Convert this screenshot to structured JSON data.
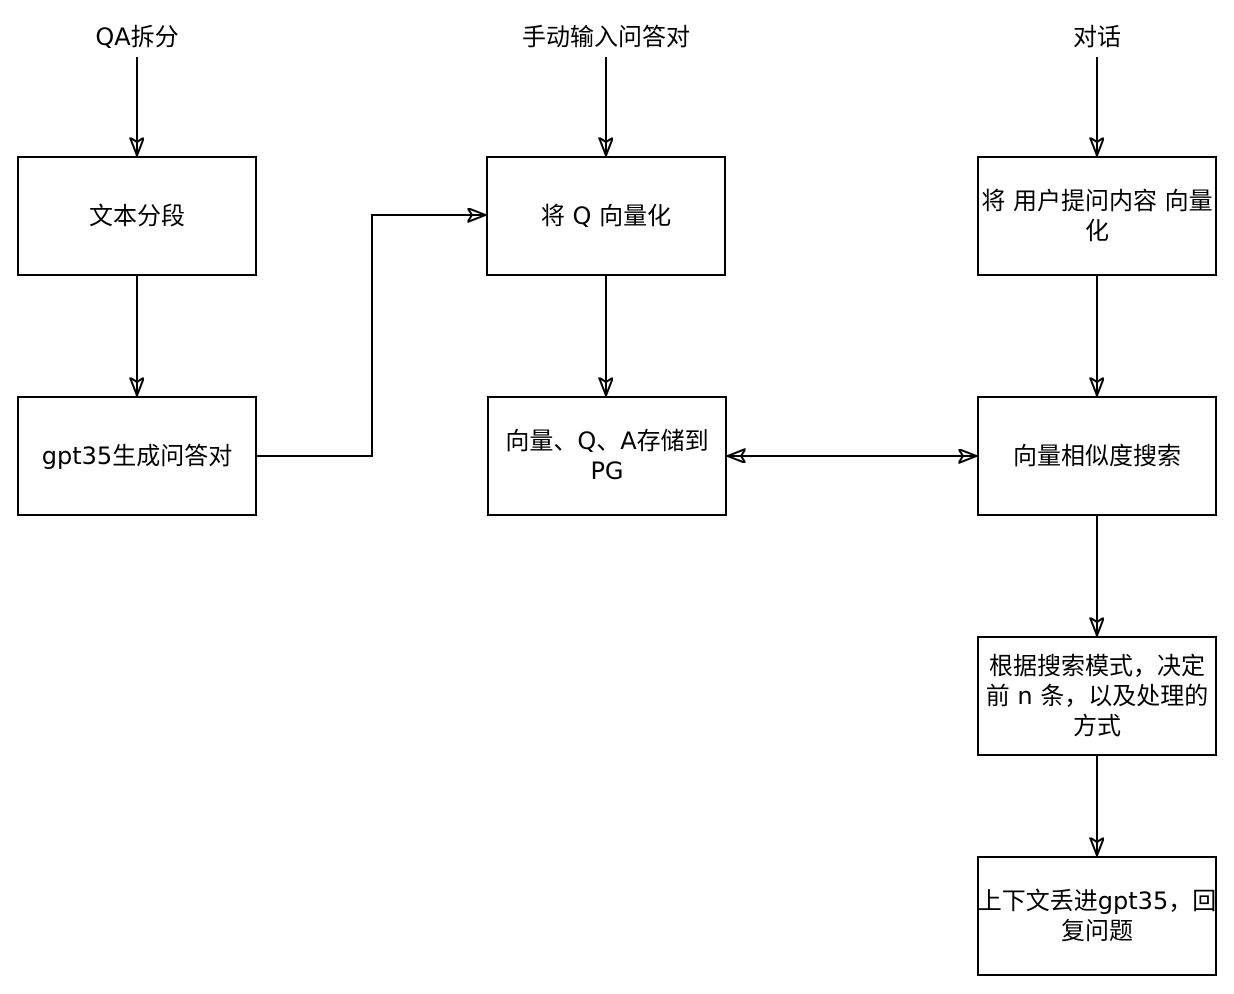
{
  "diagram": {
    "colors": {
      "background": "#ffffff",
      "stroke": "#000000",
      "text": "#000000"
    },
    "labels": [
      {
        "id": "qa-split",
        "text": "QA拆分"
      },
      {
        "id": "manual-qa-input",
        "text": "手动输入问答对"
      },
      {
        "id": "dialog",
        "text": "对话"
      }
    ],
    "nodes": [
      {
        "id": "text-segment",
        "lines": [
          "文本分段"
        ]
      },
      {
        "id": "gpt35-generate-qa",
        "lines": [
          "gpt35生成问答对"
        ]
      },
      {
        "id": "vectorize-q",
        "lines": [
          "将 Q 向量化"
        ]
      },
      {
        "id": "store-to-pg",
        "lines": [
          "向量、Q、A存储到",
          "PG"
        ]
      },
      {
        "id": "vectorize-user-question",
        "lines": [
          "将 用户提问内容 向量",
          "化"
        ]
      },
      {
        "id": "vector-similarity-search",
        "lines": [
          "向量相似度搜索"
        ]
      },
      {
        "id": "search-mode-decision",
        "lines": [
          "根据搜索模式，决定",
          "前 n 条，以及处理的",
          "方式"
        ]
      },
      {
        "id": "gpt35-reply",
        "lines": [
          "上下文丢进gpt35，回",
          "复问题"
        ]
      }
    ],
    "edges": [
      {
        "from": "qa-split",
        "to": "text-segment",
        "style": "arrow-down"
      },
      {
        "from": "text-segment",
        "to": "gpt35-generate-qa",
        "style": "arrow-down"
      },
      {
        "from": "manual-qa-input",
        "to": "vectorize-q",
        "style": "arrow-down"
      },
      {
        "from": "vectorize-q",
        "to": "store-to-pg",
        "style": "arrow-down"
      },
      {
        "from": "dialog",
        "to": "vectorize-user-question",
        "style": "arrow-down"
      },
      {
        "from": "vectorize-user-question",
        "to": "vector-similarity-search",
        "style": "arrow-down"
      },
      {
        "from": "gpt35-generate-qa",
        "to": "vectorize-q",
        "style": "elbow-arrow-right-up-right"
      },
      {
        "from": "store-to-pg",
        "to": "vector-similarity-search",
        "style": "double-headed-arrow"
      },
      {
        "from": "vector-similarity-search",
        "to": "search-mode-decision",
        "style": "arrow-down"
      },
      {
        "from": "search-mode-decision",
        "to": "gpt35-reply",
        "style": "arrow-down"
      }
    ]
  }
}
